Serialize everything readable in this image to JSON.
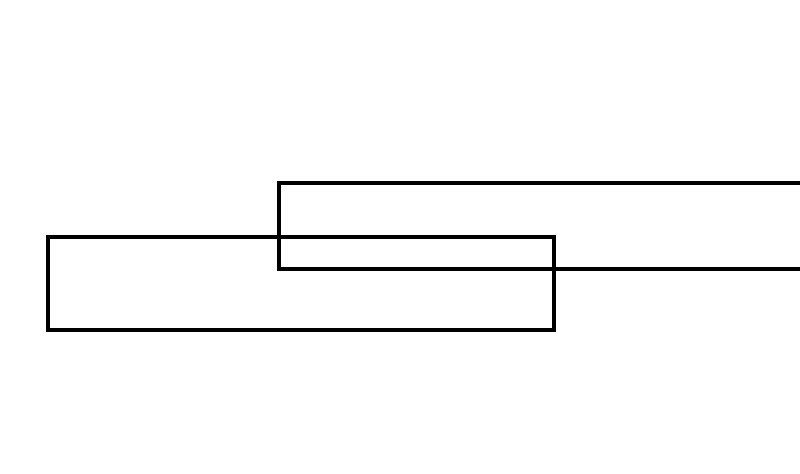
{
  "diagram": {
    "background": "#ffffff",
    "stroke_color": "#000000",
    "shapes": [
      {
        "id": "rectangle-lower-left",
        "kind": "rectangle",
        "filled": false
      },
      {
        "id": "rectangle-upper-right",
        "kind": "rectangle",
        "filled": false
      }
    ]
  }
}
